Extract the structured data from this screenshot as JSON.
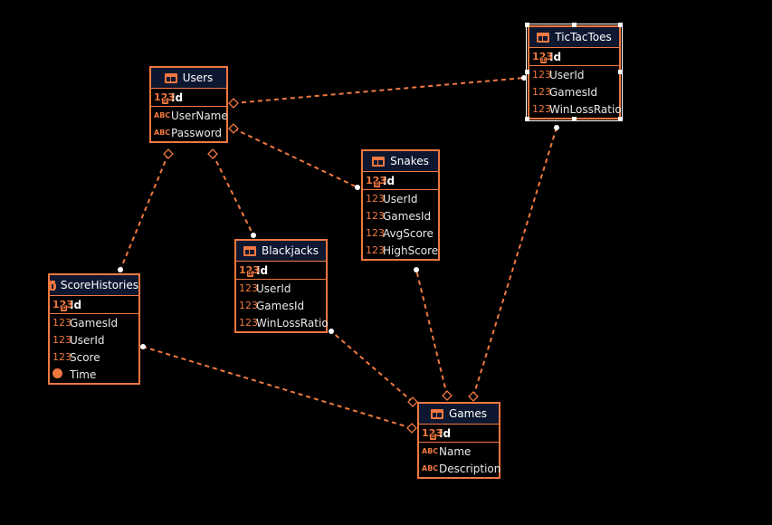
{
  "diagram": {
    "colors": {
      "accent": "#f07840",
      "header_bg": "#0d1730",
      "background": "#000000"
    },
    "entities": [
      {
        "id": "users",
        "title": "Users",
        "selected": false,
        "keys": [
          {
            "type": "123",
            "name": "Id"
          }
        ],
        "attributes": [
          {
            "type": "ABC",
            "name": "UserName"
          },
          {
            "type": "ABC",
            "name": "Password"
          }
        ]
      },
      {
        "id": "tictactoes",
        "title": "TicTacToes",
        "selected": true,
        "keys": [
          {
            "type": "123",
            "name": "Id"
          }
        ],
        "attributes": [
          {
            "type": "123",
            "name": "UserId"
          },
          {
            "type": "123",
            "name": "GamesId"
          },
          {
            "type": "123",
            "name": "WinLossRatio"
          }
        ]
      },
      {
        "id": "snakes",
        "title": "Snakes",
        "selected": false,
        "keys": [
          {
            "type": "123",
            "name": "Id"
          }
        ],
        "attributes": [
          {
            "type": "123",
            "name": "UserId"
          },
          {
            "type": "123",
            "name": "GamesId"
          },
          {
            "type": "123",
            "name": "AvgScore"
          },
          {
            "type": "123",
            "name": "HighScore"
          }
        ]
      },
      {
        "id": "blackjacks",
        "title": "Blackjacks",
        "selected": false,
        "keys": [
          {
            "type": "123",
            "name": "Id"
          }
        ],
        "attributes": [
          {
            "type": "123",
            "name": "UserId"
          },
          {
            "type": "123",
            "name": "GamesId"
          },
          {
            "type": "123",
            "name": "WinLossRatio"
          }
        ]
      },
      {
        "id": "scorehistories",
        "title": "ScoreHistories",
        "selected": false,
        "keys": [
          {
            "type": "123",
            "name": "Id"
          }
        ],
        "attributes": [
          {
            "type": "123",
            "name": "GamesId"
          },
          {
            "type": "123",
            "name": "UserId"
          },
          {
            "type": "123",
            "name": "Score"
          },
          {
            "type": "clock",
            "name": "Time"
          }
        ]
      },
      {
        "id": "games",
        "title": "Games",
        "selected": false,
        "keys": [
          {
            "type": "123",
            "name": "Id"
          }
        ],
        "attributes": [
          {
            "type": "ABC",
            "name": "Name"
          },
          {
            "type": "ABC",
            "name": "Description"
          }
        ]
      }
    ],
    "relationships": [
      {
        "from": "users",
        "to": "tictactoes"
      },
      {
        "from": "users",
        "to": "snakes"
      },
      {
        "from": "users",
        "to": "blackjacks"
      },
      {
        "from": "users",
        "to": "scorehistories"
      },
      {
        "from": "games",
        "to": "tictactoes"
      },
      {
        "from": "games",
        "to": "snakes"
      },
      {
        "from": "games",
        "to": "blackjacks"
      },
      {
        "from": "games",
        "to": "scorehistories"
      }
    ]
  }
}
